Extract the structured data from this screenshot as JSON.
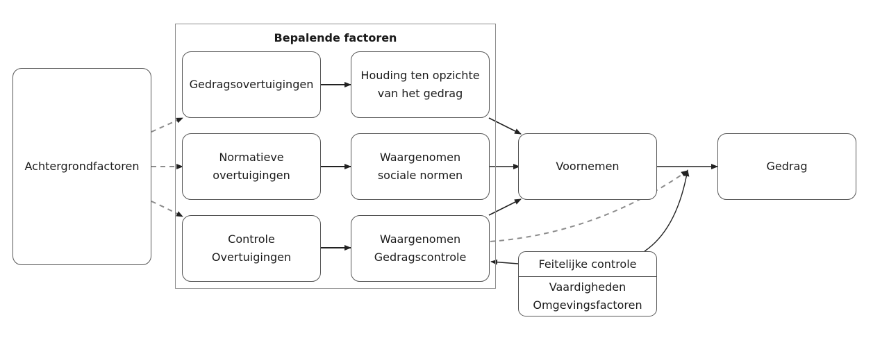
{
  "group": {
    "title": "Bepalende factoren"
  },
  "nodes": {
    "achtergrond": "Achtergrondfactoren",
    "gedragsovertuigingen": "Gedragsovertuigingen",
    "houding": [
      "Houding ten opzichte",
      "van het gedrag"
    ],
    "normatieve": [
      "Normatieve",
      "overtuigingen"
    ],
    "sociale_normen": [
      "Waargenomen",
      "sociale normen"
    ],
    "controle_overtuigingen": [
      "Controle",
      "Overtuigingen"
    ],
    "gedragscontrole": [
      "Waargenomen",
      "Gedragscontrole"
    ],
    "voornemen": "Voornemen",
    "gedrag": "Gedrag"
  },
  "feitelijke_controle": {
    "header": "Feitelijke controle",
    "items": [
      "Vaardigheden",
      "Omgevingsfactoren"
    ]
  },
  "colors": {
    "border": "#555555",
    "group_border": "#8c8c8c",
    "dashed": "#8c8c8c",
    "arrow": "#222222"
  }
}
